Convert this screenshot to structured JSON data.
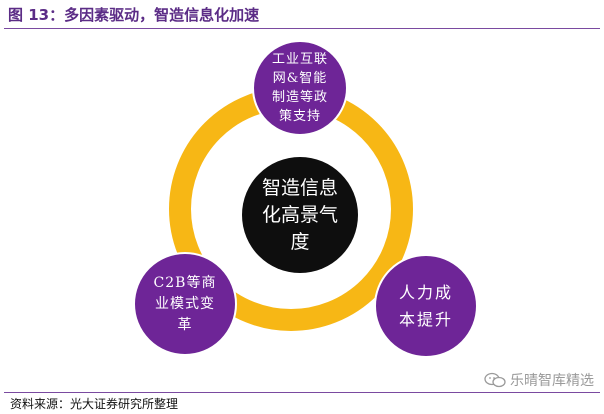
{
  "figure": {
    "title": "图 13：多因素驱动，智造信息化加速"
  },
  "diagram": {
    "center": {
      "label": "智造信息化高景气度"
    },
    "nodes": {
      "top": {
        "label": "工业互联网&智能制造等政策支持"
      },
      "left": {
        "label": "C2B等商业模式变革"
      },
      "right": {
        "label": "人力成本提升"
      }
    }
  },
  "footer": {
    "source": "资料来源：光大证券研究所整理"
  },
  "watermark": {
    "text": "乐晴智库精选",
    "icon": "chat-bubbles-icon"
  },
  "colors": {
    "ring": "#f7b715",
    "node": "#6e2597",
    "center": "#0e0e0e",
    "title": "#5b2c86"
  }
}
